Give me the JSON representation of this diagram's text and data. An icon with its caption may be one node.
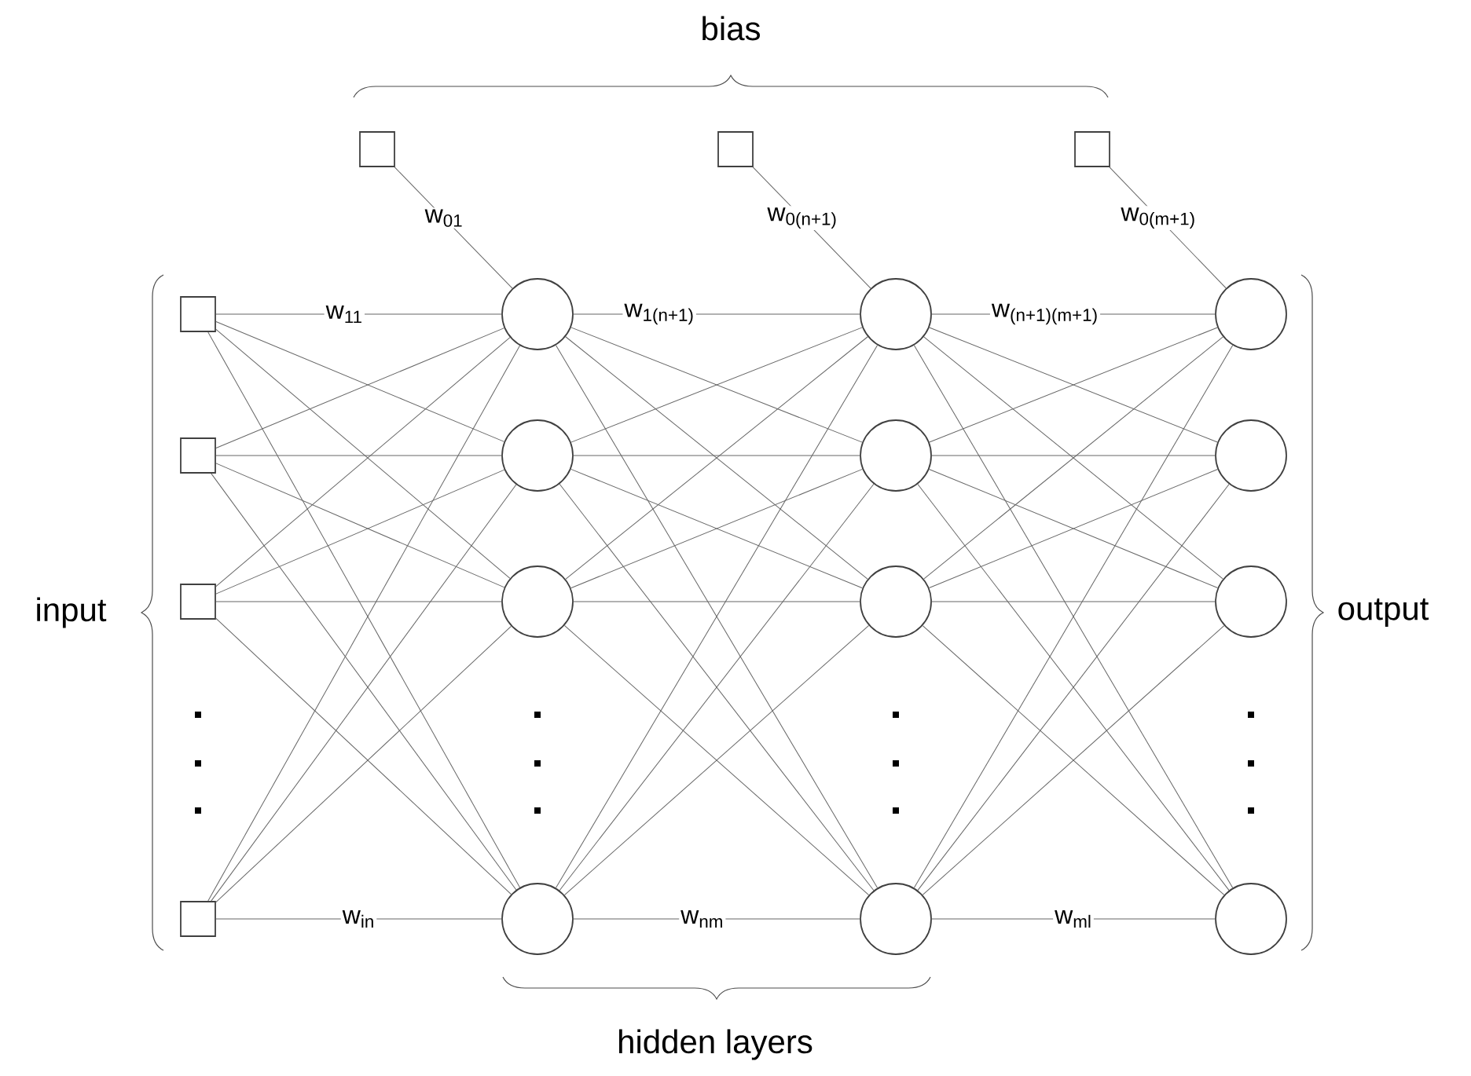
{
  "diagram": {
    "nodes": [
      {
        "text": [],
        "shape": "box"
      },
      {
        "text": [],
        "shape": "box"
      },
      {
        "text": [],
        "shape": "box"
      },
      {
        "text": [],
        "shape": "box"
      },
      {
        "text": [],
        "shape": "box"
      },
      {
        "text": [],
        "shape": "box"
      },
      {
        "text": [],
        "shape": "box"
      },
      {
        "text": [],
        "shape": "circle"
      },
      {
        "text": [],
        "shape": "circle"
      },
      {
        "text": [],
        "shape": "circle"
      },
      {
        "text": [],
        "shape": "circle"
      },
      {
        "text": [],
        "shape": "circle"
      },
      {
        "text": [],
        "shape": "circle"
      },
      {
        "text": [],
        "shape": "circle"
      },
      {
        "text": [],
        "shape": "circle"
      },
      {
        "text": [],
        "shape": "circle"
      },
      {
        "text": [],
        "shape": "circle"
      },
      {
        "text": [],
        "shape": "circle"
      },
      {
        "text": [],
        "shape": "circle"
      }
    ],
    "edges": [
      {
        "from": 0,
        "to": 7,
        "arrow": "none",
        "label": "w$_{01}$"
      },
      {
        "from": 1,
        "to": 11,
        "arrow": "none",
        "label": "w$_{0(n+1)}$"
      },
      {
        "from": 2,
        "to": 15,
        "arrow": "none",
        "label": "w$_{0(m+1)}$"
      },
      {
        "from": 3,
        "to": 7,
        "arrow": "none",
        "label": "w$_{11}$"
      },
      {
        "from": 3,
        "to": 8,
        "arrow": "none"
      },
      {
        "from": 3,
        "to": 9,
        "arrow": "none"
      },
      {
        "from": 3,
        "to": 10,
        "arrow": "none"
      },
      {
        "from": 4,
        "to": 7,
        "arrow": "none"
      },
      {
        "from": 4,
        "to": 8,
        "arrow": "none"
      },
      {
        "from": 4,
        "to": 9,
        "arrow": "none"
      },
      {
        "from": 4,
        "to": 10,
        "arrow": "none"
      },
      {
        "from": 5,
        "to": 7,
        "arrow": "none"
      },
      {
        "from": 5,
        "to": 8,
        "arrow": "none"
      },
      {
        "from": 5,
        "to": 9,
        "arrow": "none"
      },
      {
        "from": 5,
        "to": 10,
        "arrow": "none"
      },
      {
        "from": 6,
        "to": 7,
        "arrow": "none"
      },
      {
        "from": 6,
        "to": 8,
        "arrow": "none"
      },
      {
        "from": 6,
        "to": 9,
        "arrow": "none"
      },
      {
        "from": 6,
        "to": 10,
        "arrow": "none",
        "label": "w$_{in}$"
      },
      {
        "from": 7,
        "to": 11,
        "arrow": "none",
        "label": "w$_{1(n+1)}$"
      },
      {
        "from": 7,
        "to": 12,
        "arrow": "none"
      },
      {
        "from": 7,
        "to": 13,
        "arrow": "none"
      },
      {
        "from": 7,
        "to": 14,
        "arrow": "none"
      },
      {
        "from": 8,
        "to": 11,
        "arrow": "none"
      },
      {
        "from": 8,
        "to": 12,
        "arrow": "none"
      },
      {
        "from": 8,
        "to": 13,
        "arrow": "none"
      },
      {
        "from": 8,
        "to": 14,
        "arrow": "none"
      },
      {
        "from": 9,
        "to": 11,
        "arrow": "none"
      },
      {
        "from": 9,
        "to": 12,
        "arrow": "none"
      },
      {
        "from": 9,
        "to": 13,
        "arrow": "none"
      },
      {
        "from": 9,
        "to": 14,
        "arrow": "none"
      },
      {
        "from": 10,
        "to": 11,
        "arrow": "none"
      },
      {
        "from": 10,
        "to": 12,
        "arrow": "none"
      },
      {
        "from": 10,
        "to": 13,
        "arrow": "none"
      },
      {
        "from": 10,
        "to": 14,
        "arrow": "none",
        "label": "w$_{nm}$"
      },
      {
        "from": 11,
        "to": 15,
        "arrow": "none",
        "label": "w$_{(n+1)(m+1)}$"
      },
      {
        "from": 11,
        "to": 16,
        "arrow": "none"
      },
      {
        "from": 11,
        "to": 17,
        "arrow": "none"
      },
      {
        "from": 11,
        "to": 18,
        "arrow": "none"
      },
      {
        "from": 12,
        "to": 15,
        "arrow": "none"
      },
      {
        "from": 12,
        "to": 16,
        "arrow": "none"
      },
      {
        "from": 12,
        "to": 17,
        "arrow": "none"
      },
      {
        "from": 12,
        "to": 18,
        "arrow": "none"
      },
      {
        "from": 13,
        "to": 15,
        "arrow": "none"
      },
      {
        "from": 13,
        "to": 16,
        "arrow": "none"
      },
      {
        "from": 13,
        "to": 17,
        "arrow": "none"
      },
      {
        "from": 13,
        "to": 18,
        "arrow": "none"
      },
      {
        "from": 14,
        "to": 15,
        "arrow": "none"
      },
      {
        "from": 14,
        "to": 16,
        "arrow": "none"
      },
      {
        "from": 14,
        "to": 17,
        "arrow": "none"
      },
      {
        "from": 14,
        "to": 18,
        "arrow": "none",
        "label": "w$_{ml}$"
      }
    ],
    "labels": [
      "bias",
      "input",
      "output",
      "hidden layers"
    ]
  }
}
